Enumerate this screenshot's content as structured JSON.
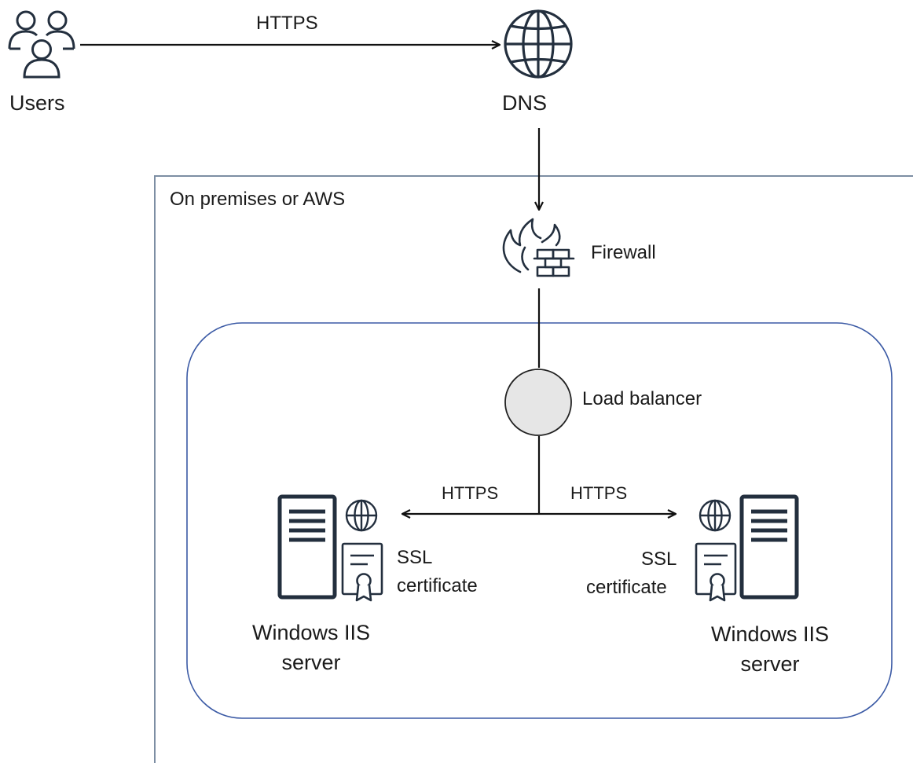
{
  "nodes": {
    "users": "Users",
    "dns": "DNS",
    "firewall": "Firewall",
    "load_balancer": "Load balancer"
  },
  "edges": {
    "users_to_dns": "HTTPS",
    "lb_to_left": "HTTPS",
    "lb_to_right": "HTTPS"
  },
  "boundary": {
    "label": "On premises or AWS"
  },
  "servers": [
    {
      "name_line1": "Windows IIS",
      "name_line2": "server",
      "cert_line1": "SSL",
      "cert_line2": "certificate"
    },
    {
      "name_line1": "Windows IIS",
      "name_line2": "server",
      "cert_line1": "SSL",
      "cert_line2": "certificate"
    }
  ],
  "colors": {
    "boundary": "#7d8ea3",
    "group": "#3b5aa5",
    "lines": "#111111",
    "icons": "#232f3e",
    "lb_fill": "#e6e6e6"
  }
}
